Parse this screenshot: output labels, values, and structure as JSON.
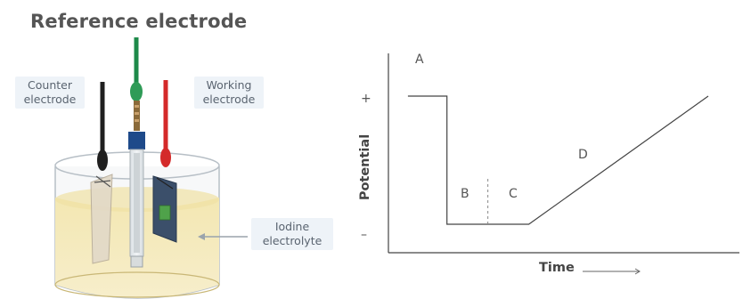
{
  "diagram": {
    "title": "Reference electrode",
    "labels": {
      "counter": "Counter electrode",
      "working": "Working electrode",
      "iodine": "Iodine electrolyte"
    }
  },
  "chart_data": {
    "type": "line",
    "xlabel": "Time",
    "ylabel": "Potential",
    "ytick_labels": [
      "+",
      "–"
    ],
    "regions": [
      "A",
      "B",
      "C",
      "D"
    ],
    "series": [
      {
        "x": [
          0,
          1,
          1,
          3.1,
          7.7
        ],
        "y": [
          0.9,
          0.9,
          0.0,
          0.0,
          0.9
        ]
      }
    ],
    "xlim": [
      -0.5,
      8.5
    ],
    "ylim": [
      -0.2,
      1.2
    ],
    "grid": false,
    "colors": {
      "line": "#444444",
      "divider": "#888888"
    }
  }
}
